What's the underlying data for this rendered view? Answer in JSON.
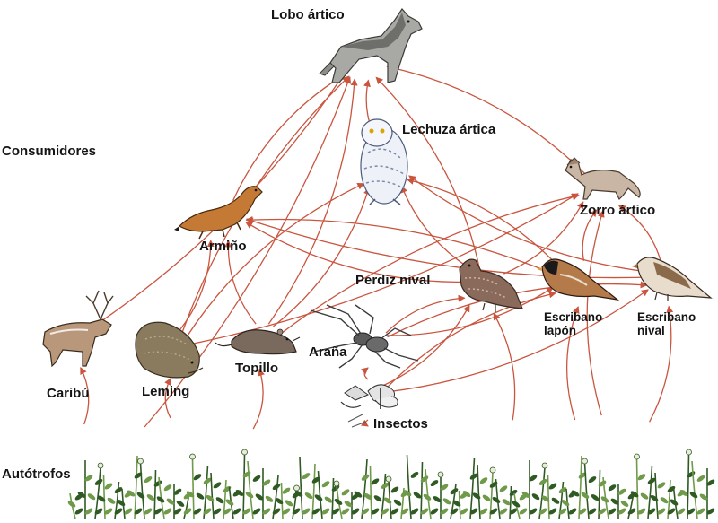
{
  "categories": {
    "consumers": "Consumidores",
    "producers": "Autótrofos"
  },
  "organisms": {
    "lobo": "Lobo ártico",
    "lechuza": "Lechuza ártica",
    "zorro": "Zorro ártico",
    "armino": "Armiño",
    "perdiz": "Perdiz nival",
    "escribano_lapon": [
      "Escribano",
      "lapón"
    ],
    "escribano_nival": [
      "Escribano",
      "nival"
    ],
    "arana": "Araña",
    "caribu": "Caribú",
    "leming": "Leming",
    "topillo": "Topillo",
    "insectos": "Insectos"
  },
  "colors": {
    "arrow": "#c9553f",
    "label": "#141414",
    "plant_dark": "#2f5a24",
    "plant_light": "#6f9a4a"
  },
  "food_web": [
    [
      "autotrofos",
      "caribu"
    ],
    [
      "autotrofos",
      "leming"
    ],
    [
      "autotrofos",
      "topillo"
    ],
    [
      "autotrofos",
      "insectos"
    ],
    [
      "autotrofos",
      "perdiz"
    ],
    [
      "autotrofos",
      "escribano_lapon"
    ],
    [
      "autotrofos",
      "escribano_nival"
    ],
    [
      "autotrofos",
      "zorro"
    ],
    [
      "autotrofos",
      "lobo"
    ],
    [
      "insectos",
      "arana"
    ],
    [
      "insectos",
      "perdiz"
    ],
    [
      "insectos",
      "escribano_lapon"
    ],
    [
      "insectos",
      "escribano_nival"
    ],
    [
      "arana",
      "perdiz"
    ],
    [
      "arana",
      "escribano_lapon"
    ],
    [
      "arana",
      "escribano_nival"
    ],
    [
      "caribu",
      "lobo"
    ],
    [
      "leming",
      "lobo"
    ],
    [
      "leming",
      "armino"
    ],
    [
      "leming",
      "lechuza"
    ],
    [
      "leming",
      "zorro"
    ],
    [
      "topillo",
      "armino"
    ],
    [
      "topillo",
      "lechuza"
    ],
    [
      "topillo",
      "zorro"
    ],
    [
      "topillo",
      "lobo"
    ],
    [
      "armino",
      "lobo"
    ],
    [
      "perdiz",
      "lobo"
    ],
    [
      "perdiz",
      "lechuza"
    ],
    [
      "perdiz",
      "zorro"
    ],
    [
      "perdiz",
      "armino"
    ],
    [
      "escribano_lapon",
      "lechuza"
    ],
    [
      "escribano_lapon",
      "zorro"
    ],
    [
      "escribano_lapon",
      "armino"
    ],
    [
      "escribano_nival",
      "lechuza"
    ],
    [
      "escribano_nival",
      "zorro"
    ],
    [
      "escribano_nival",
      "armino"
    ],
    [
      "zorro",
      "lobo"
    ],
    [
      "lechuza",
      "lobo"
    ]
  ]
}
